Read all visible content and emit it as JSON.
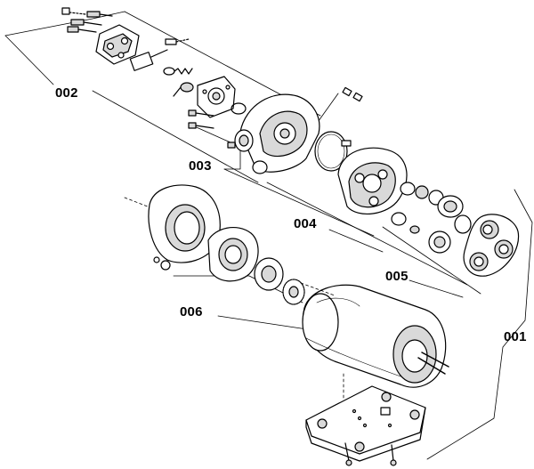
{
  "labels": {
    "l001": "001",
    "l002": "002",
    "l003": "003",
    "l004": "004",
    "l005": "005",
    "l006": "006"
  },
  "colors": {
    "ink": "#000000",
    "fill": "#ffffff",
    "shade": "#d9d9d9"
  }
}
